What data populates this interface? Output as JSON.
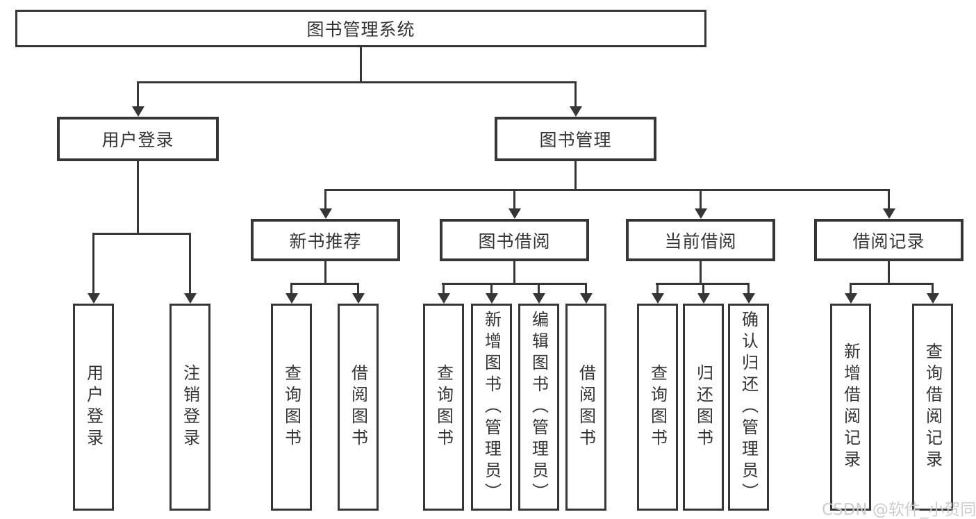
{
  "diagram_type": "tree",
  "root": {
    "label": "图书管理系统"
  },
  "tree": {
    "user_login": {
      "label": "用户登录",
      "children": [
        "用户登录",
        "注销登录"
      ]
    },
    "book_mgmt": {
      "label": "图书管理",
      "sections": {
        "new_book": {
          "label": "新书推荐",
          "children": [
            "查询图书",
            "借阅图书"
          ]
        },
        "book_borrow": {
          "label": "图书借阅",
          "children": [
            "查询图书",
            "新增图书（管理员）",
            "编辑图书（管理员）",
            "借阅图书"
          ]
        },
        "current_borrow": {
          "label": "当前借阅",
          "children": [
            "查询图书",
            "归还图书",
            "确认归还（管理员）"
          ]
        },
        "borrow_records": {
          "label": "借阅记录",
          "children": [
            "新增借阅记录",
            "查询借阅记录"
          ]
        }
      }
    }
  },
  "colors": {
    "line": "#363636",
    "text": "#333333",
    "background": "#ffffff",
    "watermark": "#c9c9c9"
  },
  "watermark": "CSDN @软件_小贺同学"
}
